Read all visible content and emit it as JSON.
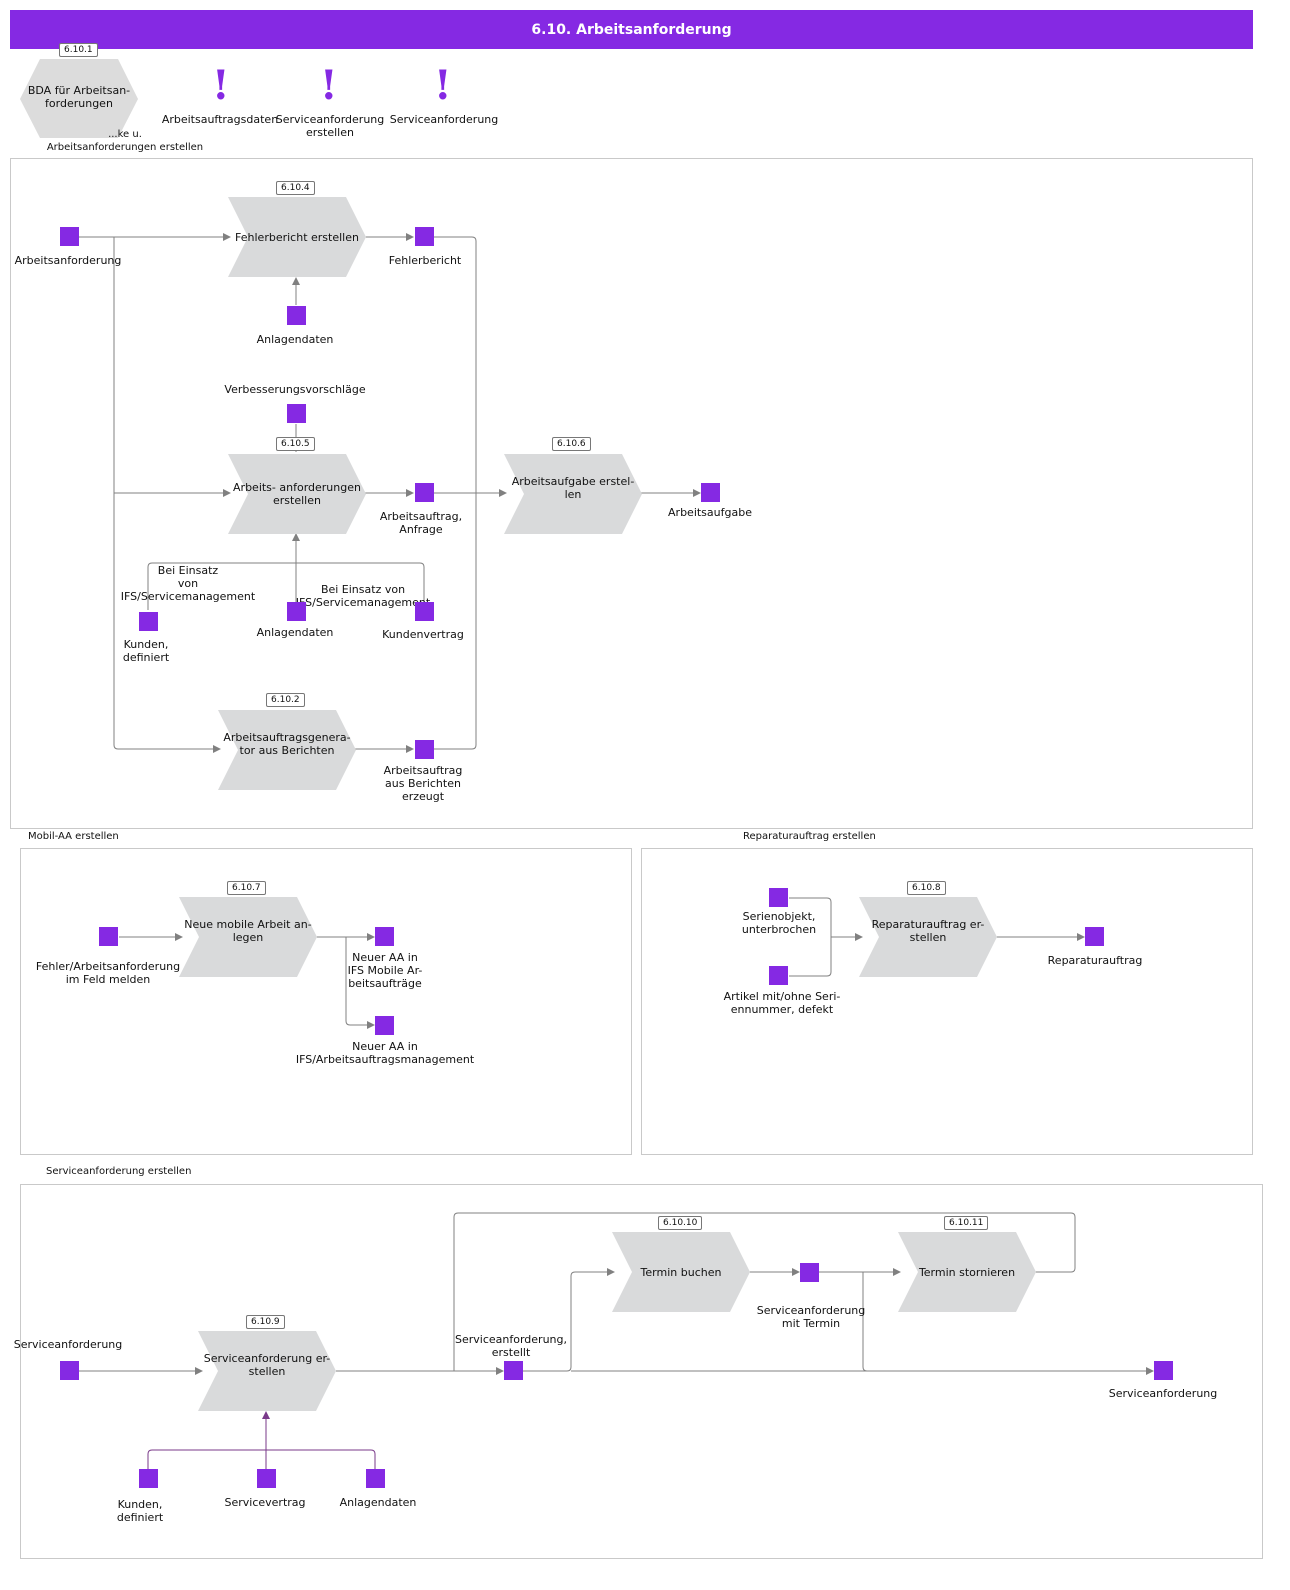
{
  "title": "6.10. Arbeitsanforderung",
  "header": {
    "bda": {
      "tag": "6.10.1",
      "label": "BDA für Arbeitsan-\nforderungen",
      "sub": "...ke u.\nArbeitsanforderungen erstellen"
    },
    "events": [
      "Arbeitsauftragsdaten",
      "Serviceanforderung\nerstellen",
      "Serviceanforderung"
    ]
  },
  "lanes": {
    "mobil": "Mobil-AA erstellen",
    "reparatur": "Reparaturauftrag erstellen",
    "service": "Serviceanforderung erstellen"
  },
  "functions": {
    "f104": {
      "tag": "6.10.4",
      "label": "Fehlerbericht erstellen"
    },
    "f105": {
      "tag": "6.10.5",
      "label": "Arbeits- anforderungen\nerstellen"
    },
    "f106": {
      "tag": "6.10.6",
      "label": "Arbeitsaufgabe erstel-\nlen"
    },
    "f102": {
      "tag": "6.10.2",
      "label": "Arbeitsauftragsgenera-\ntor aus Berichten"
    },
    "f107": {
      "tag": "6.10.7",
      "label": "Neue mobile Arbeit an-\nlegen"
    },
    "f108": {
      "tag": "6.10.8",
      "label": "Reparaturauftrag er-\nstellen"
    },
    "f109": {
      "tag": "6.10.9",
      "label": "Serviceanforderung er-\nstellen"
    },
    "f1010": {
      "tag": "6.10.10",
      "label": "Termin buchen"
    },
    "f1011": {
      "tag": "6.10.11",
      "label": "Termin stornieren"
    }
  },
  "docs": {
    "arbeitsanforderung": "Arbeitsanforderung",
    "fehlerbericht": "Fehlerbericht",
    "anlagendaten1": "Anlagendaten",
    "verbesserung": "Verbesserungsvorschläge",
    "arbeitsauftrag_anfrage": "Arbeitsauftrag,\nAnfrage",
    "arbeitsaufgabe": "Arbeitsaufgabe",
    "kunden1": "Kunden,\ndefiniert",
    "anlagendaten2": "Anlagendaten",
    "kundenvertrag": "Kundenvertrag",
    "arbeitsauftrag_berichte": "Arbeitsauftrag\naus Berichten\nerzeugt",
    "fehler_feld": "Fehler/Arbeitsanforderung\nim Feld melden",
    "neuer_aa_mobile": "Neuer AA in\nIFS Mobile Ar-\nbeitsaufträge",
    "neuer_aa_ifs": "Neuer AA in\nIFS/Arbeitsauftragsmanagement",
    "serienobjekt": "Serienobjekt,\nunterbrochen",
    "artikel": "Artikel mit/ohne Seri-\nennummer, defekt",
    "reparaturauftrag": "Reparaturauftrag",
    "service_in": "Serviceanforderung",
    "service_erstellt": "Serviceanforderung,\nerstellt",
    "service_termin": "Serviceanforderung\nmit Termin",
    "service_out": "Serviceanforderung",
    "kunden2": "Kunden,\ndefiniert",
    "servicevertrag": "Servicevertrag",
    "anlagendaten3": "Anlagendaten"
  },
  "conditions": {
    "c1": "Bei Einsatz\nvon\nIFS/Servicemanagement",
    "c2": "Bei Einsatz von\nIFS/Servicemanagement"
  },
  "colors": {
    "accent": "#8529e3",
    "function_fill": "#d9dadb",
    "line": "#808080",
    "line_purple": "#7a3a8a"
  }
}
